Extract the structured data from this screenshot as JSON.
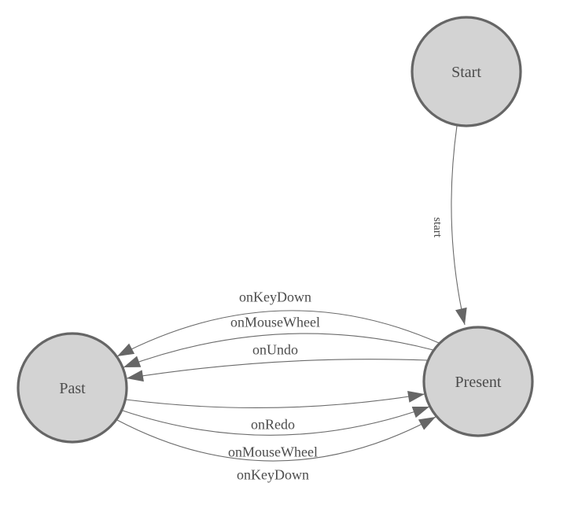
{
  "diagram": {
    "type": "state-diagram",
    "colors": {
      "background": "#ffffff",
      "node_fill": "#d3d3d3",
      "node_stroke": "#666666",
      "edge": "#6b6b6b",
      "arrow": "#666666",
      "text": "#4c4c4c"
    },
    "nodes": [
      {
        "id": "start",
        "label": "Start"
      },
      {
        "id": "past",
        "label": "Past"
      },
      {
        "id": "present",
        "label": "Present"
      }
    ],
    "edges": [
      {
        "from": "start",
        "to": "present",
        "label": "start"
      },
      {
        "from": "present",
        "to": "past",
        "label": "onKeyDown"
      },
      {
        "from": "present",
        "to": "past",
        "label": "onMouseWheel"
      },
      {
        "from": "present",
        "to": "past",
        "label": "onUndo"
      },
      {
        "from": "past",
        "to": "present",
        "label": "onRedo"
      },
      {
        "from": "past",
        "to": "present",
        "label": "onMouseWheel"
      },
      {
        "from": "past",
        "to": "present",
        "label": "onKeyDown"
      }
    ]
  }
}
